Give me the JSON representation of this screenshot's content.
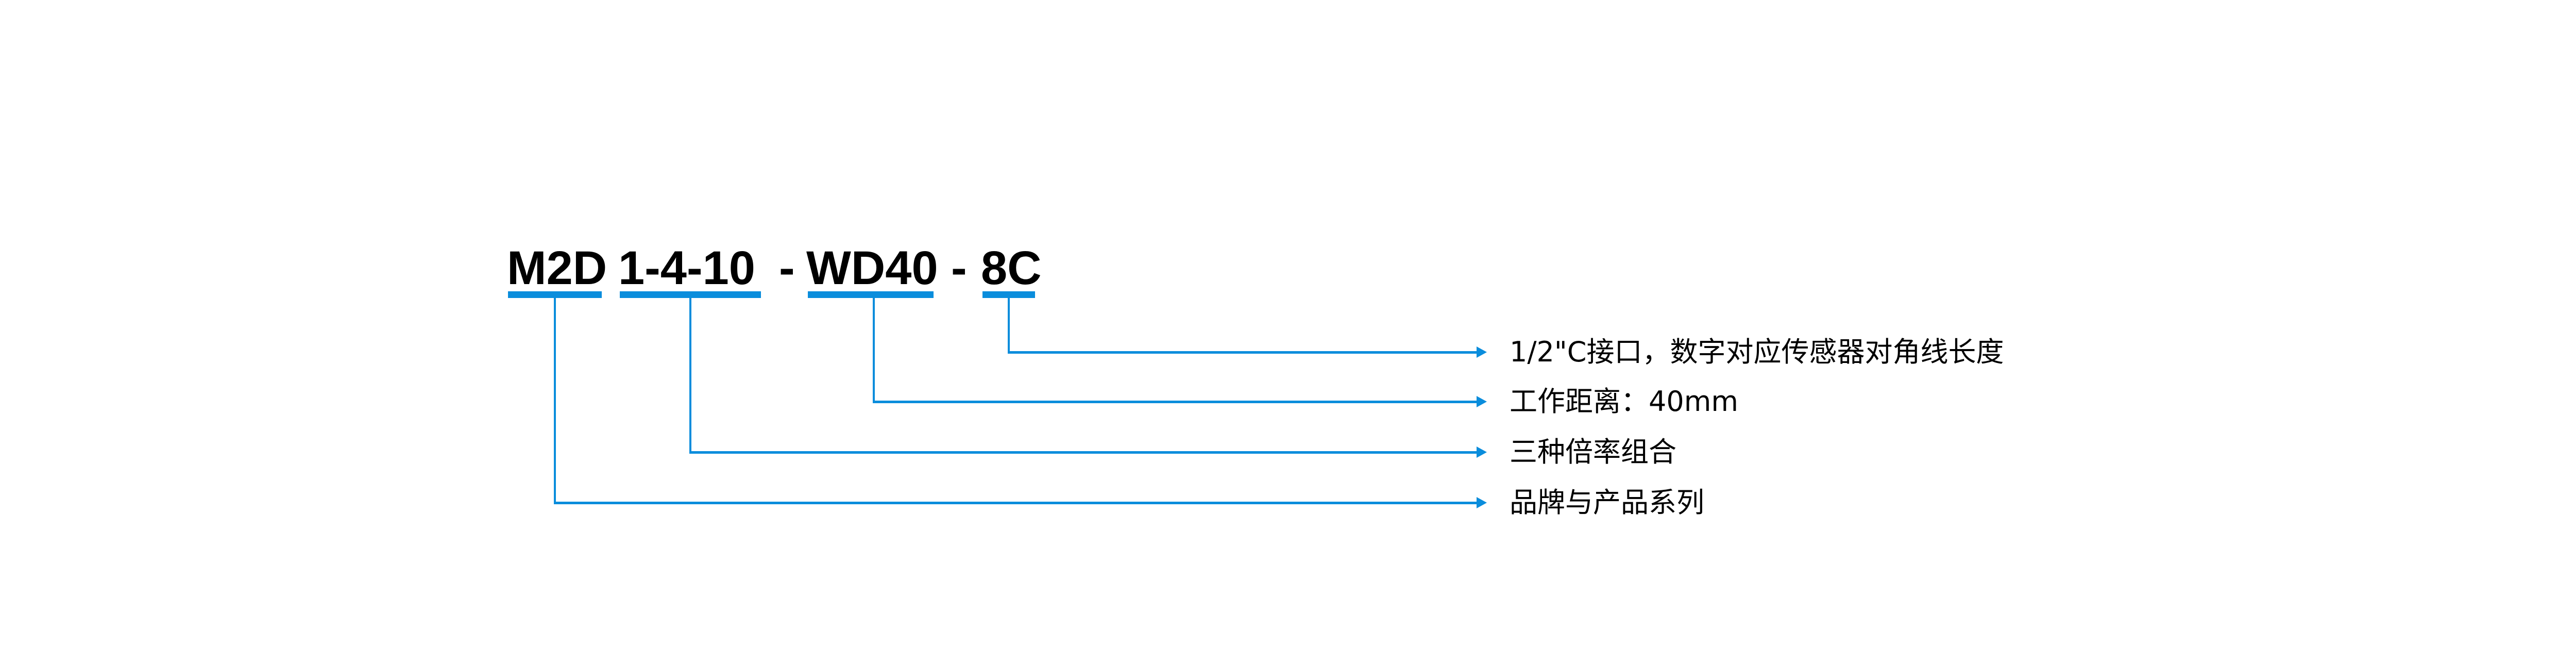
{
  "code": {
    "segments": [
      "M2D",
      "1-4-10",
      "WD40",
      "8C"
    ],
    "separator": "-"
  },
  "labels": [
    "1/2\"C接口，数字对应传感器对角线长度",
    "工作距离：40mm",
    "三种倍率组合",
    "品牌与产品系列"
  ],
  "colors": {
    "accent": "#0a8ddc",
    "text": "#000000"
  }
}
